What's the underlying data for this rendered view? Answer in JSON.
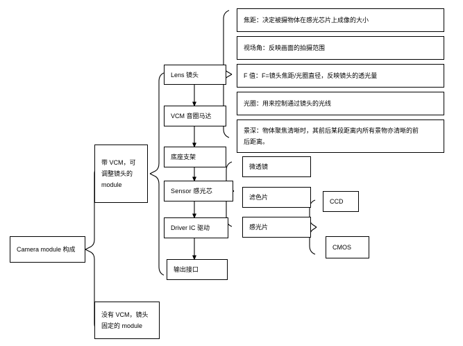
{
  "diagram": {
    "title": "Camera module 构成",
    "type": "tree-mindmap",
    "background_color": "#ffffff",
    "line_color": "#000000",
    "text_color": "#000000",
    "root": {
      "id": "root",
      "label": "Camera module 构成"
    },
    "branches": [
      {
        "id": "with-vcm",
        "label": "带 VCM，可调整镜头的 module",
        "lines": [
          "带 VCM，可",
          "调整镜头的",
          "module"
        ]
      },
      {
        "id": "without-vcm",
        "label": "没有 VCM，镜头固定的 module",
        "lines": [
          "没有 VCM，镜头",
          "固定的 module"
        ]
      }
    ],
    "chain": [
      {
        "id": "lens",
        "label": "Lens 镜头"
      },
      {
        "id": "vcm",
        "label": "VCM 音圈马达"
      },
      {
        "id": "base",
        "label": "底座支架"
      },
      {
        "id": "sensor",
        "label": "Sensor 感光芯"
      },
      {
        "id": "driver-ic",
        "label": "Driver IC 驱动"
      },
      {
        "id": "output",
        "label": "输出接口"
      }
    ],
    "lens_properties": [
      {
        "id": "focal-length",
        "lines": [
          "焦距：决定被摄物体在感光芯片上成像的大小"
        ]
      },
      {
        "id": "field-of-view",
        "lines": [
          "视场角：反映画面的拍摄范围"
        ]
      },
      {
        "id": "f-number",
        "lines": [
          "F 值：F=镜头焦距/光圈直径，反映镜头的透光量"
        ]
      },
      {
        "id": "aperture",
        "lines": [
          "光圈：用来控制通过镜头的光线"
        ]
      },
      {
        "id": "depth-of-field",
        "lines": [
          "景深：物体聚焦清晰时，其前后某段距离内所有景物亦清晰的前",
          "后距离。"
        ]
      }
    ],
    "sensor_parts": [
      {
        "id": "microlens",
        "label": "微透镜"
      },
      {
        "id": "color-filter",
        "label": "滤色片"
      },
      {
        "id": "photosensor",
        "label": "感光片"
      }
    ],
    "sensor_types": [
      {
        "id": "ccd",
        "label": "CCD"
      },
      {
        "id": "cmos",
        "label": "CMOS"
      }
    ]
  }
}
